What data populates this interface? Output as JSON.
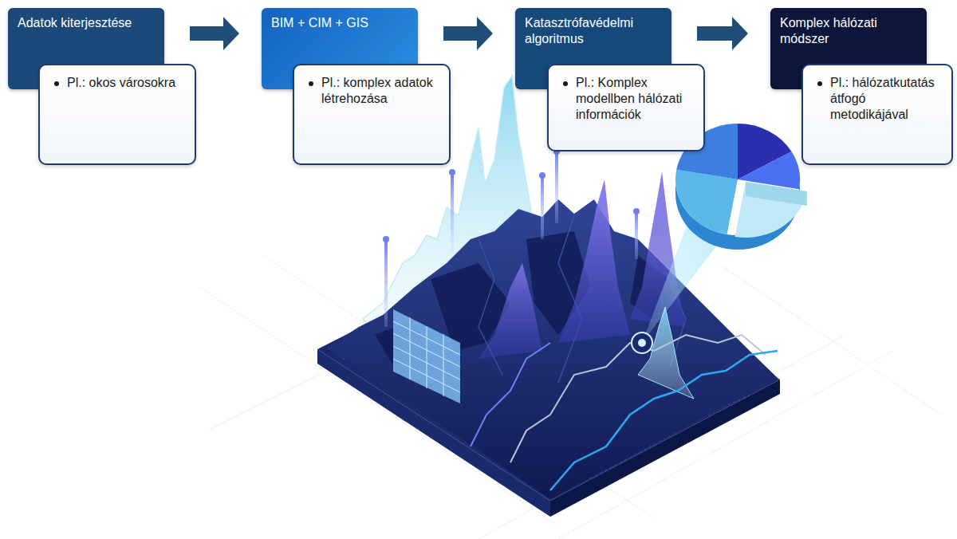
{
  "diagram": {
    "nodes": [
      {
        "text": [
          "Adatok kiterjesztése"
        ]
      },
      {
        "text": [
          "Pl.: okos városokra"
        ]
      },
      {
        "text": [
          "BIM + CIM + GIS"
        ]
      },
      {
        "text": [
          "Pl.: komplex adatok létrehozása"
        ]
      },
      {
        "text": [
          "Katasztrófavédelmi algoritmus"
        ]
      },
      {
        "text": [
          "Pl.: Komplex modellben hálózati információk"
        ]
      },
      {
        "text": [
          "Komplex hálózati módszer"
        ]
      },
      {
        "text": [
          "Pl.: hálózatkutatás átfogó metodikájával"
        ]
      }
    ],
    "edges": [
      {
        "from": 0,
        "to": 2,
        "arrow": "to"
      },
      {
        "from": 2,
        "to": 4,
        "arrow": "to"
      },
      {
        "from": 4,
        "to": 6,
        "arrow": "to"
      }
    ]
  }
}
